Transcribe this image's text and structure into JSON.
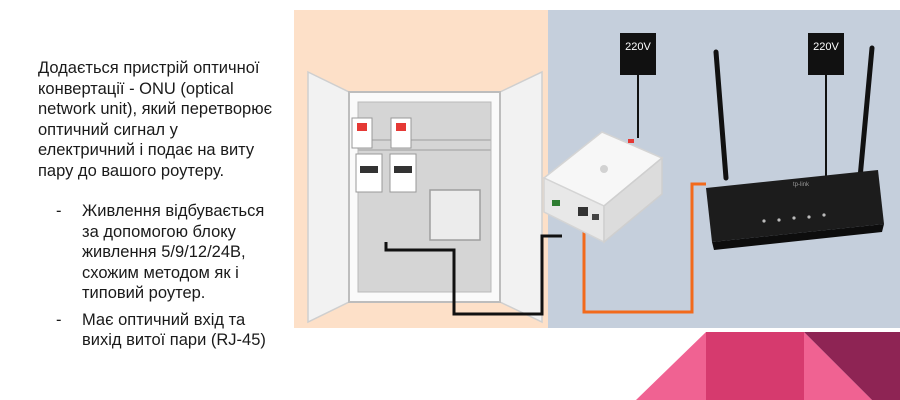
{
  "text": {
    "intro": "Додається пристрій оптичної конвертації - ONU (optical network unit), який перетворює оптичний сигнал у електричний і подає на виту пару до вашого роутеру.",
    "bullets": [
      "Живлення відбувається за допомогою блоку живлення 5/9/12/24В, схожим методом як і типовий роутер.",
      "Має оптичний вхід та вихід витої пари (RJ-45)"
    ],
    "dash": "-"
  },
  "diagram": {
    "power_label_1": "220V",
    "power_label_2": "220V",
    "colors": {
      "left_panel": "#fde0c8",
      "right_panel": "#c5cfdc",
      "ethernet_cable": "#f26a1b",
      "fiber_cable": "#111111",
      "accent_pink": "#f06292",
      "accent_magenta": "#d63a6e",
      "accent_wine": "#8e2454"
    }
  }
}
